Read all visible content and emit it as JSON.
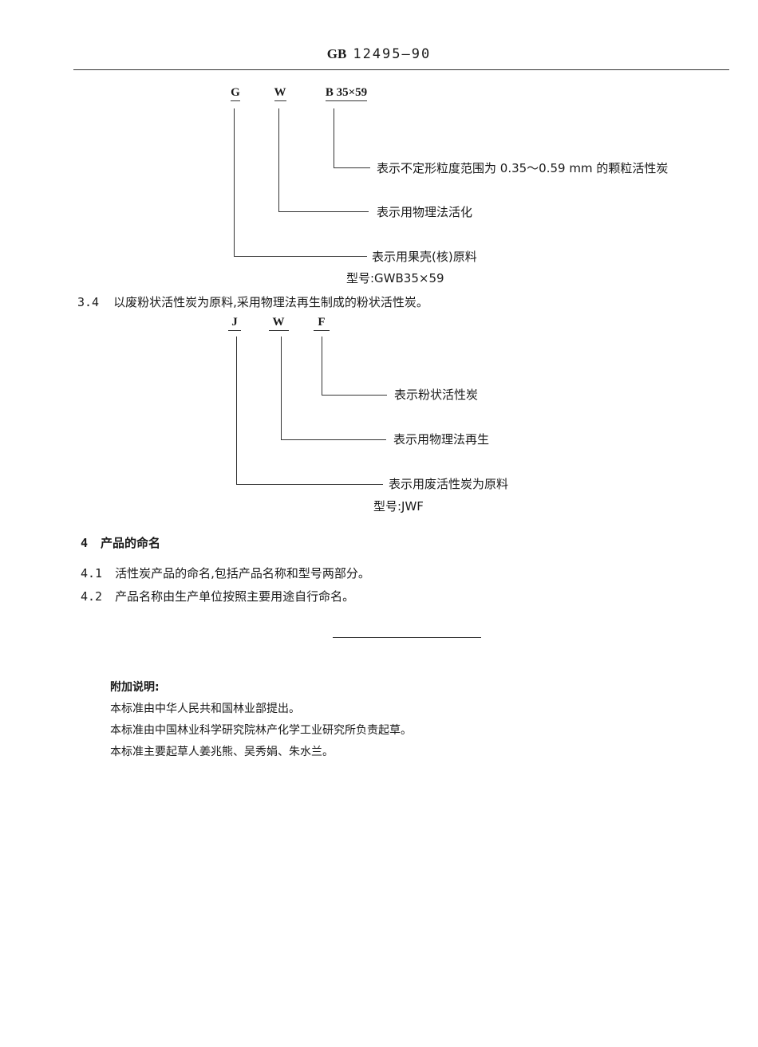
{
  "header": {
    "prefix": "GB",
    "number": "12495—90"
  },
  "diagram1": {
    "codes": [
      {
        "letter": "G"
      },
      {
        "letter": "W"
      },
      {
        "letter": "B 35×59"
      }
    ],
    "labels": [
      "表示不定形粒度范围为 0.35～0.59 mm 的颗粒活性炭",
      "表示用物理法活化",
      "表示用果壳(核)原料"
    ],
    "model": "型号:GWB35×59"
  },
  "section_3_4": {
    "number": "3.4",
    "text": "以废粉状活性炭为原料,采用物理法再生制成的粉状活性炭。"
  },
  "diagram2": {
    "codes": [
      {
        "letter": "J"
      },
      {
        "letter": "W"
      },
      {
        "letter": "F"
      }
    ],
    "labels": [
      "表示粉状活性炭",
      "表示用物理法再生",
      "表示用废活性炭为原料"
    ],
    "model": "型号:JWF"
  },
  "section_4": {
    "number": "4",
    "title": "产品的命名",
    "items": [
      {
        "number": "4.1",
        "text": "活性炭产品的命名,包括产品名称和型号两部分。"
      },
      {
        "number": "4.2",
        "text": "产品名称由生产单位按照主要用途自行命名。"
      }
    ]
  },
  "notes": {
    "title": "附加说明:",
    "lines": [
      "本标准由中华人民共和国林业部提出。",
      "本标准由中国林业科学研究院林产化学工业研究所负责起草。",
      "本标准主要起草人姜兆熊、吴秀娟、朱水兰。"
    ]
  }
}
